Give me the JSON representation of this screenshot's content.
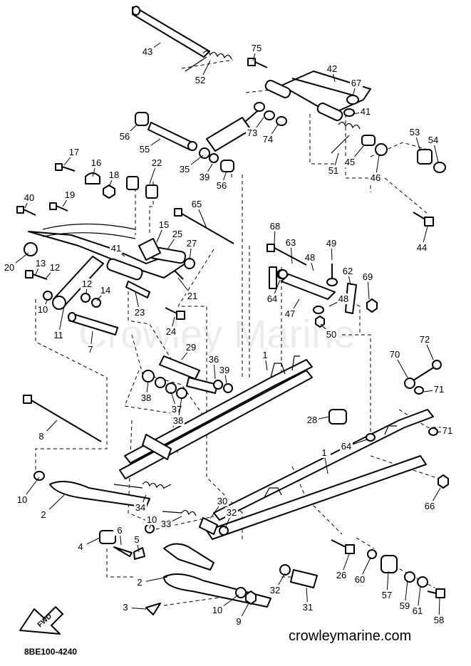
{
  "diagram": {
    "watermark": "Crowley Marine",
    "website": "crowleymarine.com",
    "drawing_code": "8BE100-4240",
    "direction_label": "FWD",
    "part_numbers": [
      "1",
      "1",
      "2",
      "2",
      "3",
      "4",
      "5",
      "6",
      "7",
      "8",
      "9",
      "10",
      "10",
      "10",
      "10",
      "11",
      "12",
      "12",
      "13",
      "14",
      "15",
      "16",
      "17",
      "18",
      "19",
      "20",
      "21",
      "22",
      "23",
      "24",
      "25",
      "26",
      "27",
      "28",
      "29",
      "30",
      "31",
      "32",
      "32",
      "33",
      "34",
      "35",
      "36",
      "37",
      "38",
      "38",
      "39",
      "39",
      "40",
      "41",
      "41",
      "42",
      "43",
      "44",
      "45",
      "46",
      "47",
      "48",
      "48",
      "49",
      "50",
      "51",
      "52",
      "53",
      "54",
      "55",
      "56",
      "56",
      "57",
      "58",
      "59",
      "60",
      "61",
      "62",
      "63",
      "64",
      "64",
      "65",
      "66",
      "67",
      "68",
      "69",
      "70",
      "71",
      "71",
      "72",
      "73",
      "74",
      "75"
    ]
  }
}
